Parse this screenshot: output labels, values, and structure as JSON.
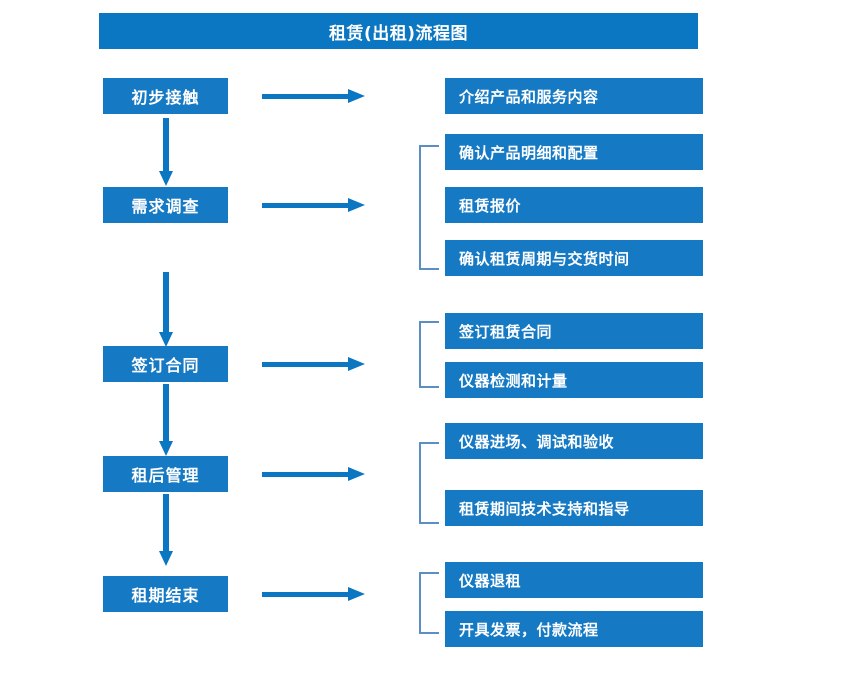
{
  "diagram": {
    "title": "租赁(出租)流程图",
    "colors": {
      "title_bar": "#0b76c2",
      "box_fill": "#1679c4",
      "box_text": "#ffffff",
      "arrow": "#0b76c2",
      "bracket": "#5b8fc4",
      "background": "#ffffff"
    },
    "stages": [
      {
        "label": "初步接触",
        "details": [
          "介绍产品和服务内容"
        ]
      },
      {
        "label": "需求调查",
        "details": [
          "确认产品明细和配置",
          "租赁报价",
          "确认租赁周期与交货时间"
        ]
      },
      {
        "label": "签订合同",
        "details": [
          "签订租赁合同",
          "仪器检测和计量"
        ]
      },
      {
        "label": "租后管理",
        "details": [
          "仪器进场、调试和验收",
          "租赁期间技术支持和指导"
        ]
      },
      {
        "label": "租期结束",
        "details": [
          "仪器退租",
          "开具发票，付款流程"
        ]
      }
    ]
  }
}
